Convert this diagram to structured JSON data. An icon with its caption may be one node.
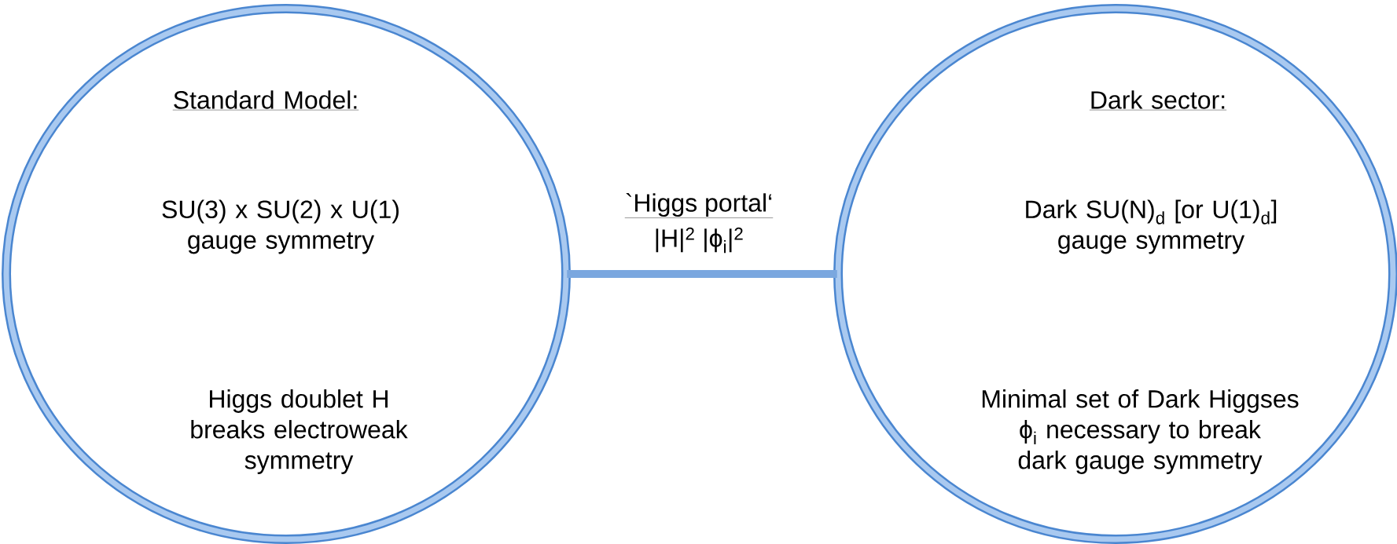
{
  "diagram": {
    "nodes": [
      {
        "text": [
          "Standard Model:",
          "SU(3) x SU(2) x U(1) gauge symmetry",
          "Higgs doublet H breaks electroweak symmetry"
        ]
      },
      {
        "text": [
          "Dark sector:",
          "Dark SU(N)$_{d}$ [or U(1)$_{d}$] gauge symmetry",
          "Minimal set of Dark Higgses ϕ$_{i}$ necessary to break dark gauge symmetry"
        ]
      }
    ],
    "edges": [
      {
        "from": 0,
        "to": 1,
        "arrow": "none",
        "label": "`Higgs portal‘"
      }
    ],
    "labels": [
      "|H|$^{2}$ |ϕ$_{i}$|$^{2}$"
    ]
  }
}
